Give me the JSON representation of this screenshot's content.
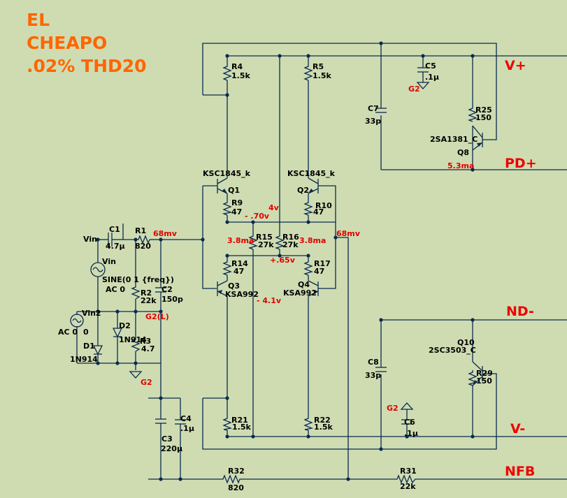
{
  "title": {
    "line1": "EL",
    "line2": "CHEAPO",
    "line3": ".02% THD20"
  },
  "nets": {
    "vplus": "V+",
    "pdplus": "PD+",
    "ndminus": "ND-",
    "vminus": "V-",
    "nfb": "NFB"
  },
  "components": {
    "R1": {
      "ref": "R1",
      "value": "820"
    },
    "R2": {
      "ref": "R2",
      "value": "22k"
    },
    "R3": {
      "ref": "R3",
      "value": "4.7"
    },
    "R4": {
      "ref": "R4",
      "value": "1.5k"
    },
    "R5": {
      "ref": "R5",
      "value": "1.5k"
    },
    "R9": {
      "ref": "R9",
      "value": "47"
    },
    "R10": {
      "ref": "R10",
      "value": "47"
    },
    "R14": {
      "ref": "R14",
      "value": "47"
    },
    "R15": {
      "ref": "R15",
      "value": "27k"
    },
    "R16": {
      "ref": "R16",
      "value": "27k"
    },
    "R17": {
      "ref": "R17",
      "value": "47"
    },
    "R21": {
      "ref": "R21",
      "value": "1.5k"
    },
    "R22": {
      "ref": "R22",
      "value": "1.5k"
    },
    "R25": {
      "ref": "R25",
      "value": "150"
    },
    "R29": {
      "ref": "R29",
      "value": "150"
    },
    "R31": {
      "ref": "R31",
      "value": "22k"
    },
    "R32": {
      "ref": "R32",
      "value": "820"
    },
    "C1": {
      "ref": "C1",
      "value": "4.7µ"
    },
    "C2": {
      "ref": "C2",
      "value": "150p"
    },
    "C3": {
      "ref": "C3",
      "value": "220µ"
    },
    "C4": {
      "ref": "C4",
      "value": ".1µ"
    },
    "C5": {
      "ref": "C5",
      "value": ".1µ"
    },
    "C6": {
      "ref": "C6",
      "value": ".1µ"
    },
    "C7": {
      "ref": "C7",
      "value": "33p"
    },
    "C8": {
      "ref": "C8",
      "value": "33p"
    },
    "D1": {
      "ref": "D1",
      "value": "1N914"
    },
    "D2": {
      "ref": "D2",
      "value": "1N914"
    },
    "Q1": {
      "ref": "Q1",
      "value": "KSC1845_k"
    },
    "Q2": {
      "ref": "Q2",
      "value": "KSC1845_k"
    },
    "Q3": {
      "ref": "Q3",
      "value": "KSA992"
    },
    "Q4": {
      "ref": "Q4",
      "value": "KSA992"
    },
    "Q8": {
      "ref": "Q8",
      "value": "2SA1381_C"
    },
    "Q10": {
      "ref": "Q10",
      "value": "2SC3503_C"
    }
  },
  "source": {
    "vin_label": "Vin",
    "vin_name": "Vin",
    "vin_func": "SINE(0 1 {freq})",
    "vin_ac": "AC 0",
    "vin2_name": "Vin2",
    "vin2_ac": "AC 0",
    "vin2_value": "0"
  },
  "ground_labels": {
    "g2_c5": "G2",
    "g2_input": "G2",
    "g2_c6": "G2",
    "g2l": "G2(L)"
  },
  "annotations": {
    "mv_in": "68mv",
    "mv_out": "68mv",
    "ma_left": "3.8ma",
    "ma_right": "3.8ma",
    "v_neg070": "- .70v",
    "v_4": "4v",
    "v_065": "+.65v",
    "v_neg41": "- 4.1v",
    "ma_q8": "5.3ma"
  },
  "colors": {
    "background": "#cfdcb2",
    "wire": "#0a2a50",
    "annotation": "#e00000",
    "title": "#ff6600"
  }
}
